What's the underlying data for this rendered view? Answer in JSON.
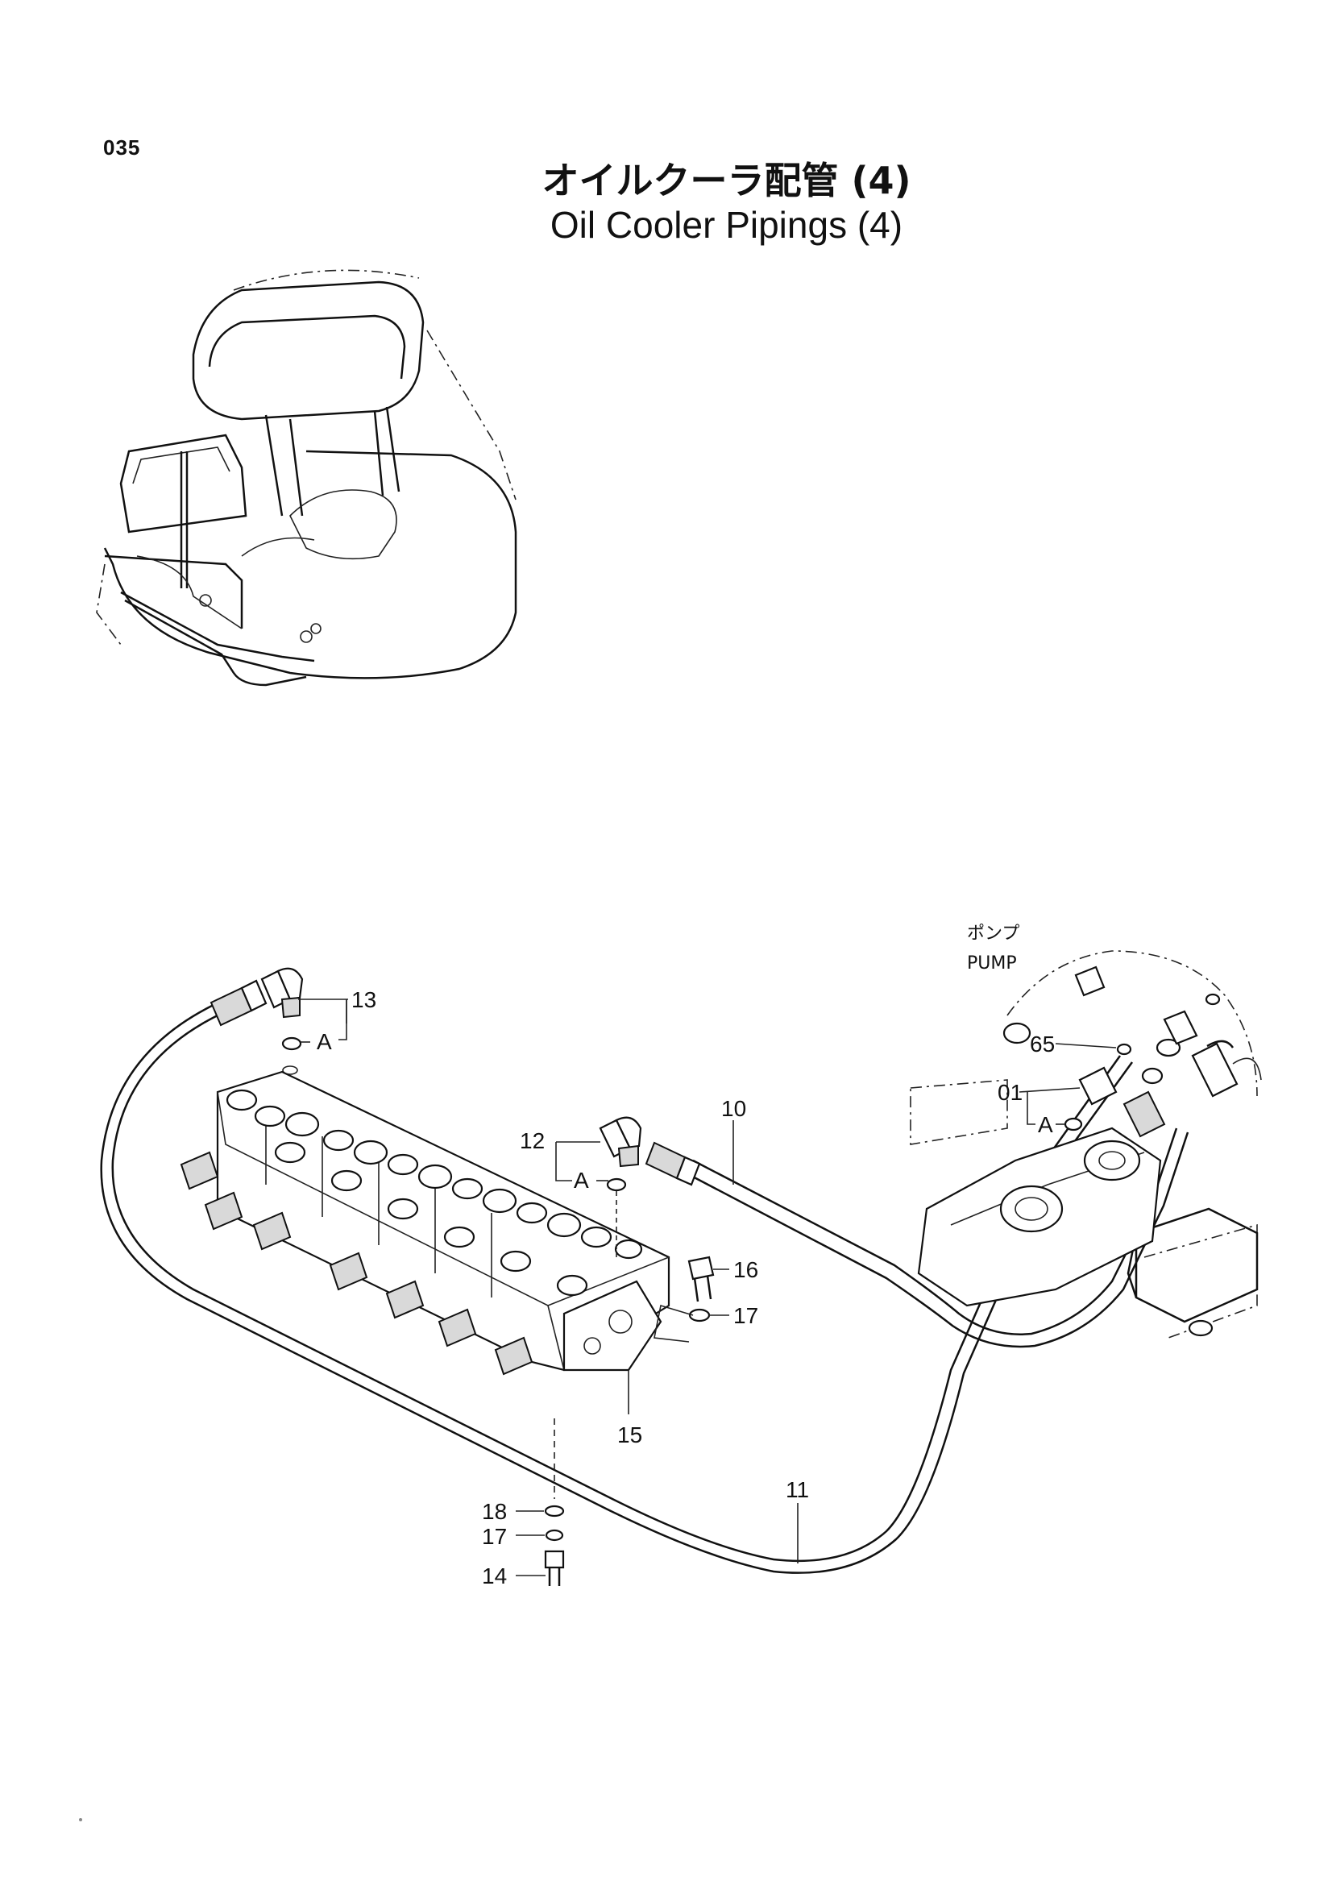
{
  "page": {
    "number": "035"
  },
  "title": {
    "japanese": "オイルクーラ配管 (4)",
    "english": "Oil Cooler Pipings (4)"
  },
  "labels": {
    "pump_ja": "ポンプ",
    "pump_en": "PUMP",
    "detail_a": "A"
  },
  "callouts": [
    "01",
    "10",
    "11",
    "12",
    "13",
    "14",
    "15",
    "16",
    "17",
    "18",
    "65"
  ]
}
